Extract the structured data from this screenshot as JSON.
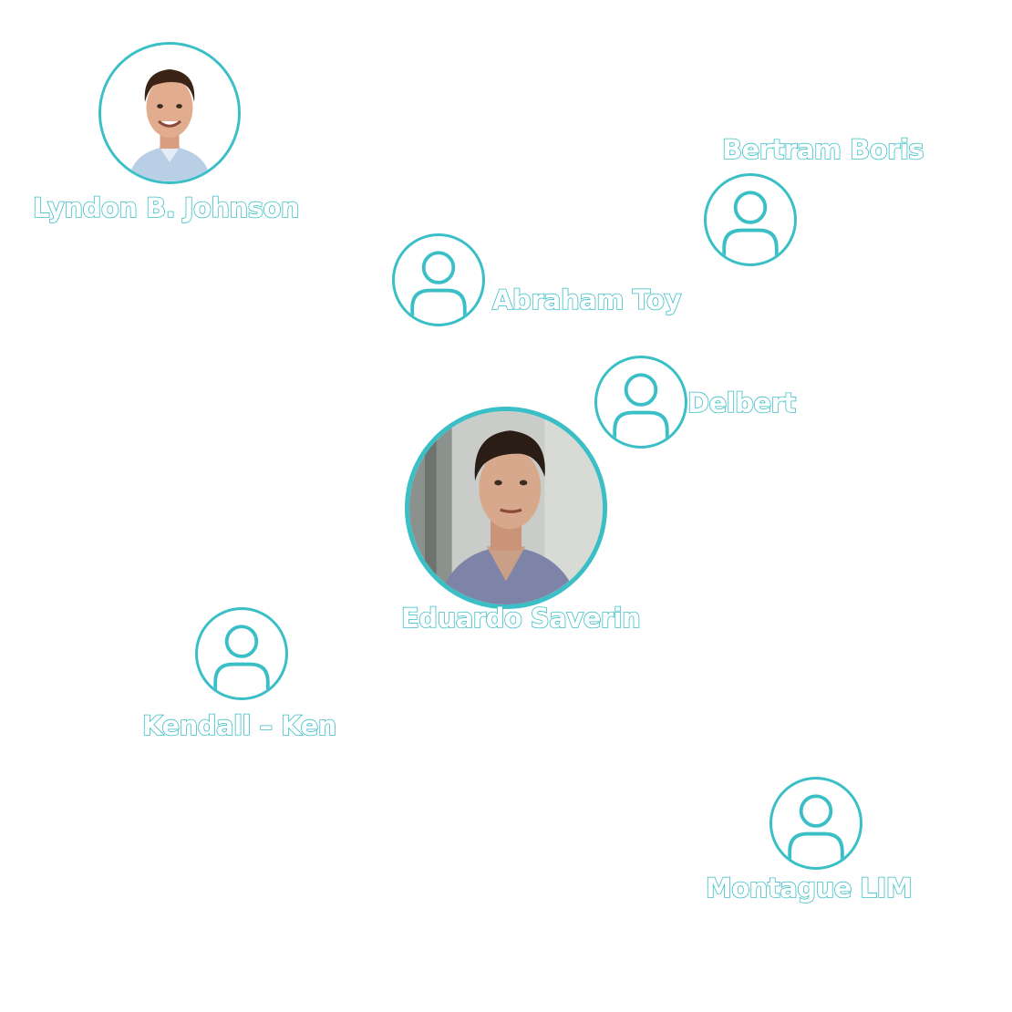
{
  "accent_color": "#3bbfc6",
  "people": [
    {
      "id": "lyndon",
      "name": "Lyndon B. Johnson",
      "avatar": "photo-man-smiling"
    },
    {
      "id": "bertram",
      "name": "Bertram Boris",
      "avatar": "user-icon"
    },
    {
      "id": "abraham",
      "name": "Abraham Toy",
      "avatar": "user-icon"
    },
    {
      "id": "delbert",
      "name": "Delbert",
      "avatar": "user-icon"
    },
    {
      "id": "eduardo",
      "name": "Eduardo Saverin",
      "avatar": "photo-man-looking-up"
    },
    {
      "id": "kendall",
      "name": "Kendall – Ken",
      "avatar": "user-icon"
    },
    {
      "id": "montague",
      "name": "Montague LIM",
      "avatar": "user-icon"
    }
  ]
}
